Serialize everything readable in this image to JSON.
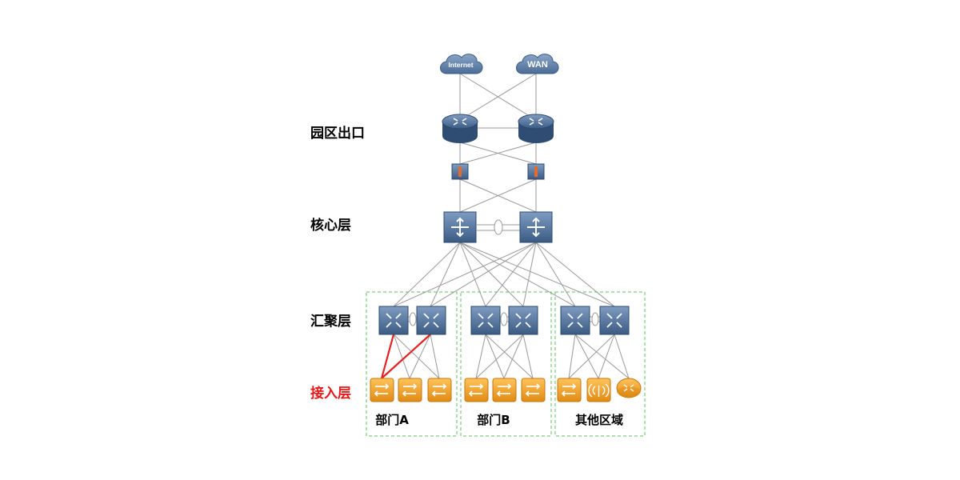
{
  "layers": {
    "egress": "园区出口",
    "core": "核心层",
    "aggregation": "汇聚层",
    "access": "接入层"
  },
  "clouds": {
    "internet": "Internet",
    "wan": "WAN"
  },
  "groups": {
    "dept_a": "部门A",
    "dept_b": "部门B",
    "other": "其他区域"
  },
  "colors": {
    "device_blue": "#4d6f98",
    "device_orange": "#f0a028",
    "link_gray": "#9a9a9a",
    "highlight_link": "#e52020",
    "group_border": "#5fbf5f",
    "access_label": "#e61919"
  }
}
